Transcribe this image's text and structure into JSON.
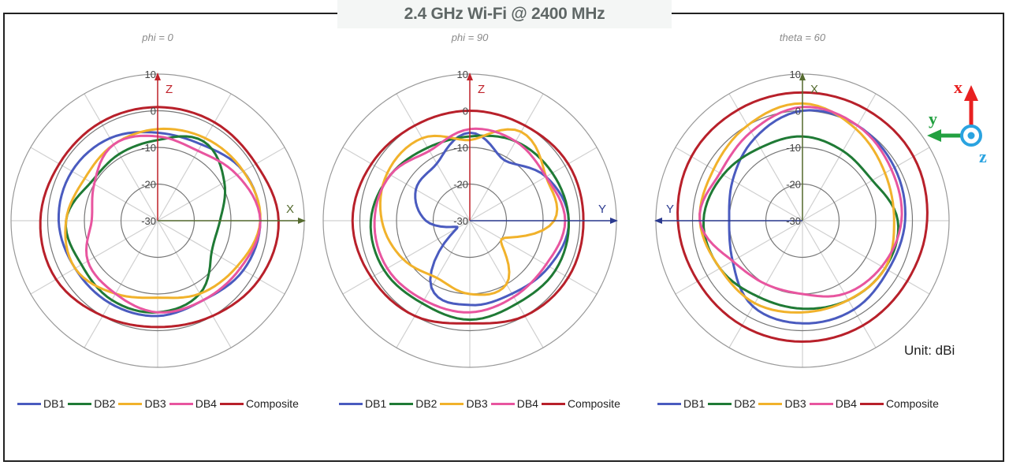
{
  "title": "2.4 GHz Wi-Fi @ 2400 MHz",
  "unit_label": "Unit: dBi",
  "legend": [
    {
      "name": "DB1",
      "color": "#4a5bbf"
    },
    {
      "name": "DB2",
      "color": "#1f7a35"
    },
    {
      "name": "DB3",
      "color": "#f1b22b"
    },
    {
      "name": "DB4",
      "color": "#e8559f"
    },
    {
      "name": "Composite",
      "color": "#b8202a"
    }
  ],
  "axes_indicator": {
    "x": "x",
    "y": "y",
    "z": "z",
    "x_color": "#e82020",
    "y_color": "#22a040",
    "z_color": "#2aa3e0"
  },
  "chart_data": [
    {
      "type": "polar",
      "title": "phi = 0",
      "rticks": [
        -30,
        -20,
        -10,
        0,
        10
      ],
      "rlim": [
        -30,
        10
      ],
      "axis_up": {
        "label": "Z",
        "color": "#c0232b"
      },
      "axis_side": {
        "label": "X",
        "color": "#556b2f",
        "direction": "right"
      },
      "angles_deg": [
        0,
        30,
        60,
        90,
        120,
        150,
        180,
        210,
        240,
        270,
        300,
        330
      ],
      "series": [
        {
          "name": "DB1",
          "values": [
            -6,
            -6,
            -3,
            -2,
            -3,
            -5,
            -4,
            -4,
            -4,
            -3,
            -3,
            -4
          ]
        },
        {
          "name": "DB2",
          "values": [
            -8,
            -5,
            -9,
            -13,
            -13,
            -7,
            -5,
            -5,
            -6,
            -5,
            -9,
            -9
          ]
        },
        {
          "name": "DB3",
          "values": [
            -5,
            -4,
            -3,
            -2,
            -5,
            -7,
            -9,
            -7,
            -4,
            -5,
            -7,
            -6
          ]
        },
        {
          "name": "DB4",
          "values": [
            -7,
            -8,
            -5,
            -2,
            -4,
            -5,
            -5,
            -7,
            -8,
            -12,
            -10,
            -6
          ]
        },
        {
          "name": "Composite",
          "values": [
            1,
            1,
            1,
            3,
            2,
            0,
            -1,
            0,
            2,
            2,
            1,
            1
          ]
        }
      ]
    },
    {
      "type": "polar",
      "title": "phi = 90",
      "rticks": [
        -30,
        -20,
        -10,
        0,
        10
      ],
      "rlim": [
        -30,
        10
      ],
      "axis_up": {
        "label": "Z",
        "color": "#c0232b"
      },
      "axis_side": {
        "label": "Y",
        "color": "#2b3a8f",
        "direction": "right"
      },
      "angles_deg": [
        0,
        30,
        60,
        90,
        120,
        150,
        180,
        210,
        240,
        270,
        300,
        330
      ],
      "series": [
        {
          "name": "DB1",
          "values": [
            -6,
            -11,
            -6,
            -3,
            -5,
            -7,
            -7,
            -9,
            -26,
            -18,
            -13,
            -12
          ]
        },
        {
          "name": "DB2",
          "values": [
            -7,
            -5,
            -4,
            -3,
            -3,
            -4,
            -3,
            -4,
            -3,
            -3,
            -5,
            -7
          ]
        },
        {
          "name": "DB3",
          "values": [
            -8,
            -2,
            -6,
            -7,
            -20,
            -10,
            -10,
            -12,
            -9,
            -6,
            -4,
            -4
          ]
        },
        {
          "name": "DB4",
          "values": [
            -5,
            -5,
            -6,
            -4,
            -6,
            -6,
            -5,
            -5,
            -4,
            -4,
            -5,
            -8
          ]
        },
        {
          "name": "Composite",
          "values": [
            0,
            0,
            1,
            1,
            1,
            0,
            -2,
            0,
            1,
            2,
            1,
            0
          ]
        }
      ]
    },
    {
      "type": "polar",
      "title": "theta = 60",
      "rticks": [
        -30,
        -20,
        -10,
        0,
        10
      ],
      "rlim": [
        -30,
        10
      ],
      "axis_up": {
        "label": "X",
        "color": "#556b2f"
      },
      "axis_side": {
        "label": "Y",
        "color": "#2b3a8f",
        "direction": "left"
      },
      "angles_deg": [
        0,
        30,
        60,
        90,
        120,
        150,
        180,
        210,
        240,
        270,
        300,
        330
      ],
      "series": [
        {
          "name": "DB1",
          "values": [
            0,
            -4,
            -8,
            -10,
            -8,
            -3,
            -2,
            -2,
            -3,
            -2,
            -1,
            0
          ]
        },
        {
          "name": "DB2",
          "values": [
            -7,
            -7,
            -5,
            -3,
            -4,
            -6,
            -6,
            -5,
            -4,
            -4,
            -8,
            -8
          ]
        },
        {
          "name": "DB3",
          "values": [
            2,
            0,
            -2,
            -2,
            -4,
            -4,
            -5,
            -5,
            -4,
            -5,
            -4,
            -1
          ]
        },
        {
          "name": "DB4",
          "values": [
            1,
            -2,
            -4,
            -2,
            -8,
            -10,
            -10,
            -7,
            -5,
            -3,
            -2,
            0
          ]
        },
        {
          "name": "Composite",
          "values": [
            5,
            5,
            5,
            4,
            3,
            3,
            3,
            3,
            3,
            4,
            5,
            5
          ]
        }
      ]
    }
  ]
}
